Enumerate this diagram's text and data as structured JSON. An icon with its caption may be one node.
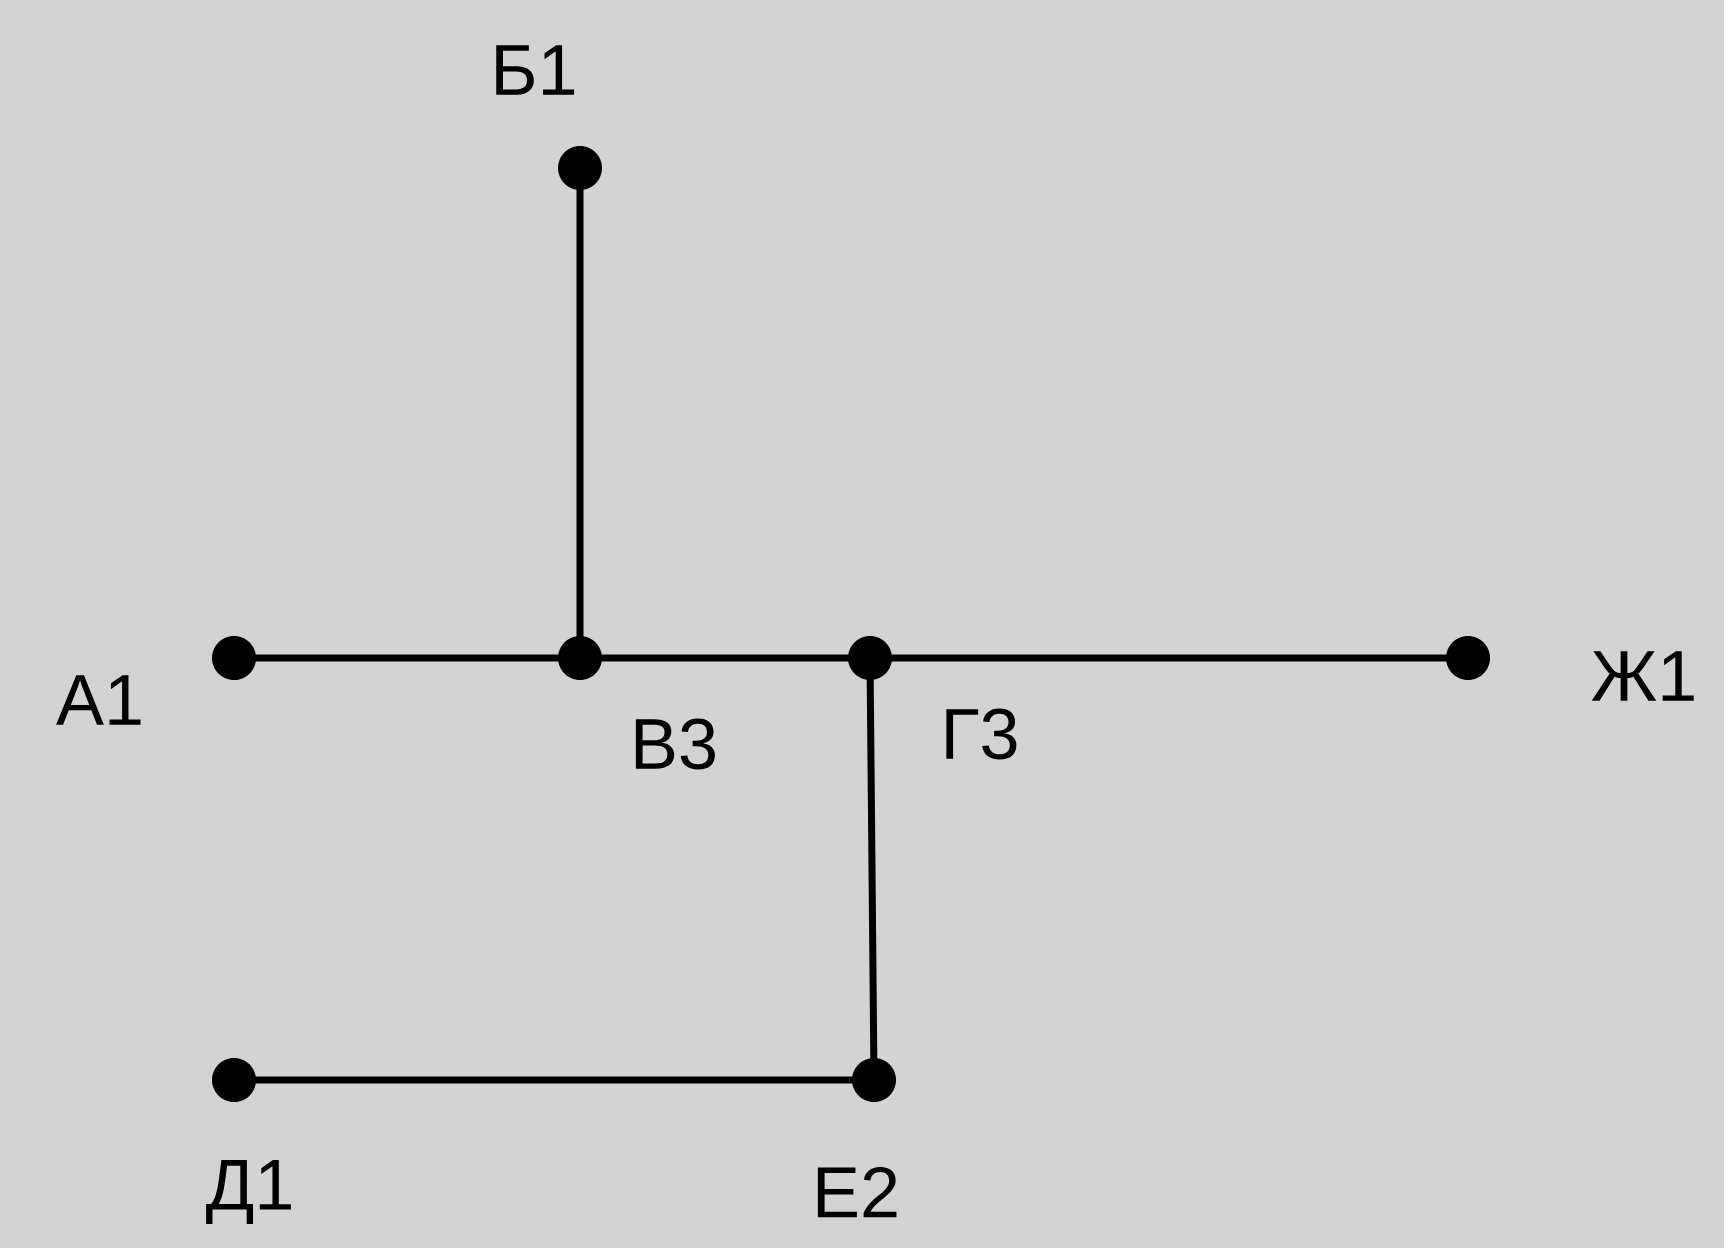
{
  "diagram": {
    "nodes": [
      {
        "text": [
          "Б1"
        ]
      },
      {
        "text": [
          "А1"
        ]
      },
      {
        "text": [
          "В3"
        ]
      },
      {
        "text": [
          "Г3"
        ]
      },
      {
        "text": [
          "Ж1"
        ]
      },
      {
        "text": [
          "Д1"
        ]
      },
      {
        "text": [
          "Е2"
        ]
      }
    ],
    "edges": [
      {
        "from": 0,
        "to": 2,
        "arrow": "none"
      },
      {
        "from": 1,
        "to": 2,
        "arrow": "none"
      },
      {
        "from": 2,
        "to": 3,
        "arrow": "none"
      },
      {
        "from": 3,
        "to": 4,
        "arrow": "none"
      },
      {
        "from": 3,
        "to": 6,
        "arrow": "none"
      },
      {
        "from": 5,
        "to": 6,
        "arrow": "none"
      }
    ]
  }
}
